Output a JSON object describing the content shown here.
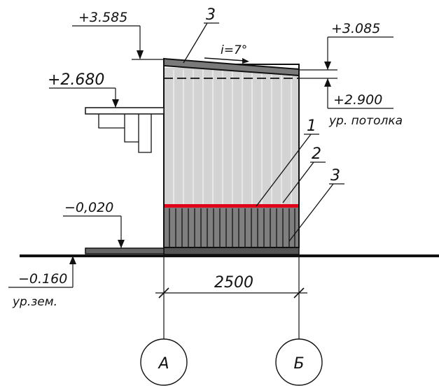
{
  "elevations": {
    "top_high": "+3.585",
    "top_low": "+3.085",
    "ceiling": "+2.900",
    "ceiling_label": "ур. потолка",
    "canopy": "+2.680",
    "floor": "−0,020",
    "ground": "−0.160",
    "ground_label": "ур.зем."
  },
  "slope": "i=7°",
  "callouts": {
    "roof": "3",
    "red_band": "1",
    "upper_panel": "2",
    "lower_panel": "3"
  },
  "dimension": "2500",
  "axes": [
    "А",
    "Б"
  ],
  "colors": {
    "upper_cladding": "#d3d3d3",
    "lower_cladding": "#7f7f7f",
    "band": "#e0001a",
    "roof": "#7a7a7a",
    "base": "#555555"
  }
}
